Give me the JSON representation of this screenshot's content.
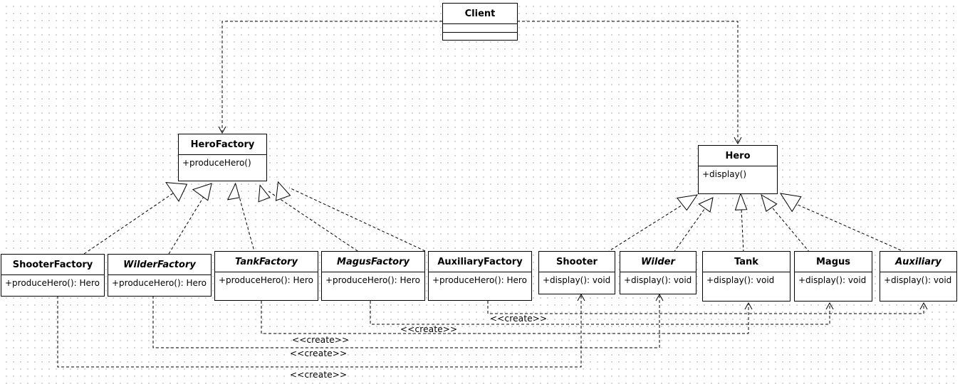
{
  "diagram": {
    "client": {
      "name": "Client"
    },
    "hero_factory": {
      "name": "HeroFactory",
      "method": "+produceHero()"
    },
    "hero": {
      "name": "Hero",
      "method": "+display()"
    },
    "factories": [
      {
        "name": "ShooterFactory",
        "method": "+produceHero(): Hero"
      },
      {
        "name": "WilderFactory",
        "method": "+produceHero(): Hero"
      },
      {
        "name": "TankFactory",
        "method": "+produceHero(): Hero"
      },
      {
        "name": "MagusFactory",
        "method": "+produceHero(): Hero"
      },
      {
        "name": "AuxiliaryFactory",
        "method": "+produceHero(): Hero"
      }
    ],
    "heroes": [
      {
        "name": "Shooter",
        "method": "+display(): void"
      },
      {
        "name": "Wilder",
        "method": "+display(): void"
      },
      {
        "name": "Tank",
        "method": "+display(): void"
      },
      {
        "name": "Magus",
        "method": "+display(): void"
      },
      {
        "name": "Auxiliary",
        "method": "+display(): void"
      }
    ],
    "create_labels": [
      "<<create>>",
      "<<create>>",
      "<<create>>",
      "<<create>>",
      "<<create>>"
    ]
  }
}
